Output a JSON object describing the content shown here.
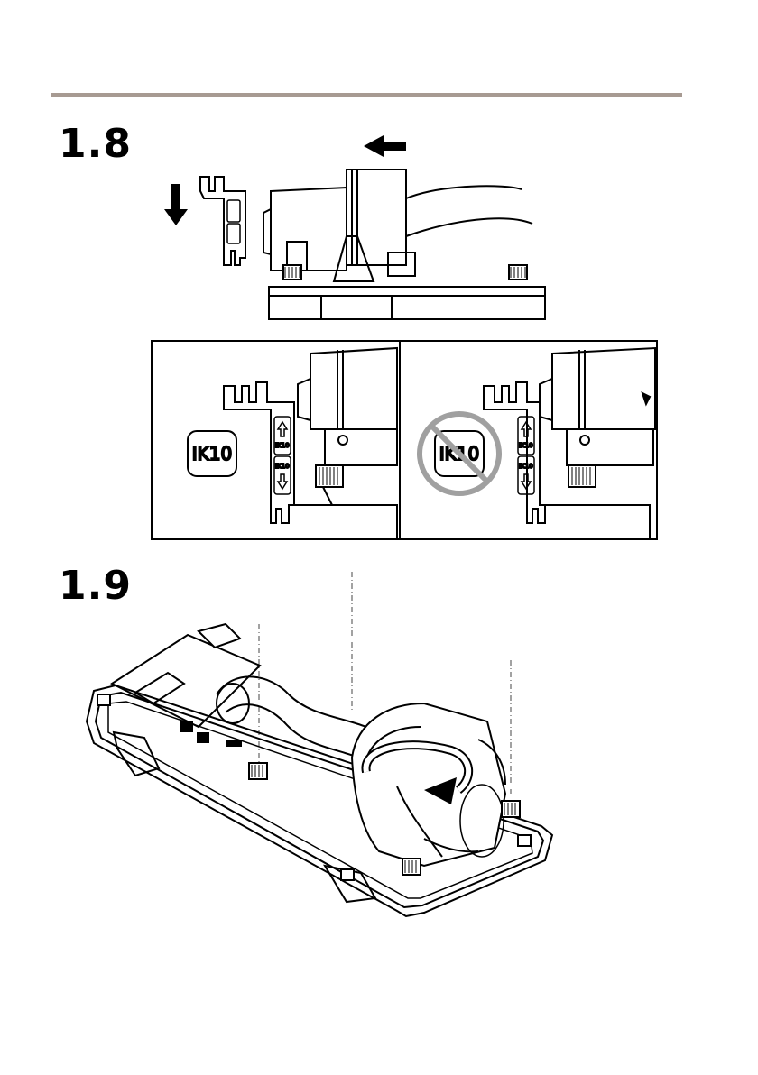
{
  "steps": [
    {
      "number": "1.8"
    },
    {
      "number": "1.9"
    }
  ],
  "panels": {
    "ok": {
      "badge": "IK10"
    },
    "not_ok": {
      "badge": "IK10"
    }
  },
  "bracket_marks": {
    "upper": "IK10",
    "lower": "IK10"
  },
  "colors": {
    "rule": "#a79a92",
    "prohibition": "#a0a0a0",
    "ink": "#000000"
  },
  "icons": [
    "arrow-left-icon",
    "arrow-down-icon",
    "prohibition-icon",
    "rotate-arrow-icon"
  ]
}
